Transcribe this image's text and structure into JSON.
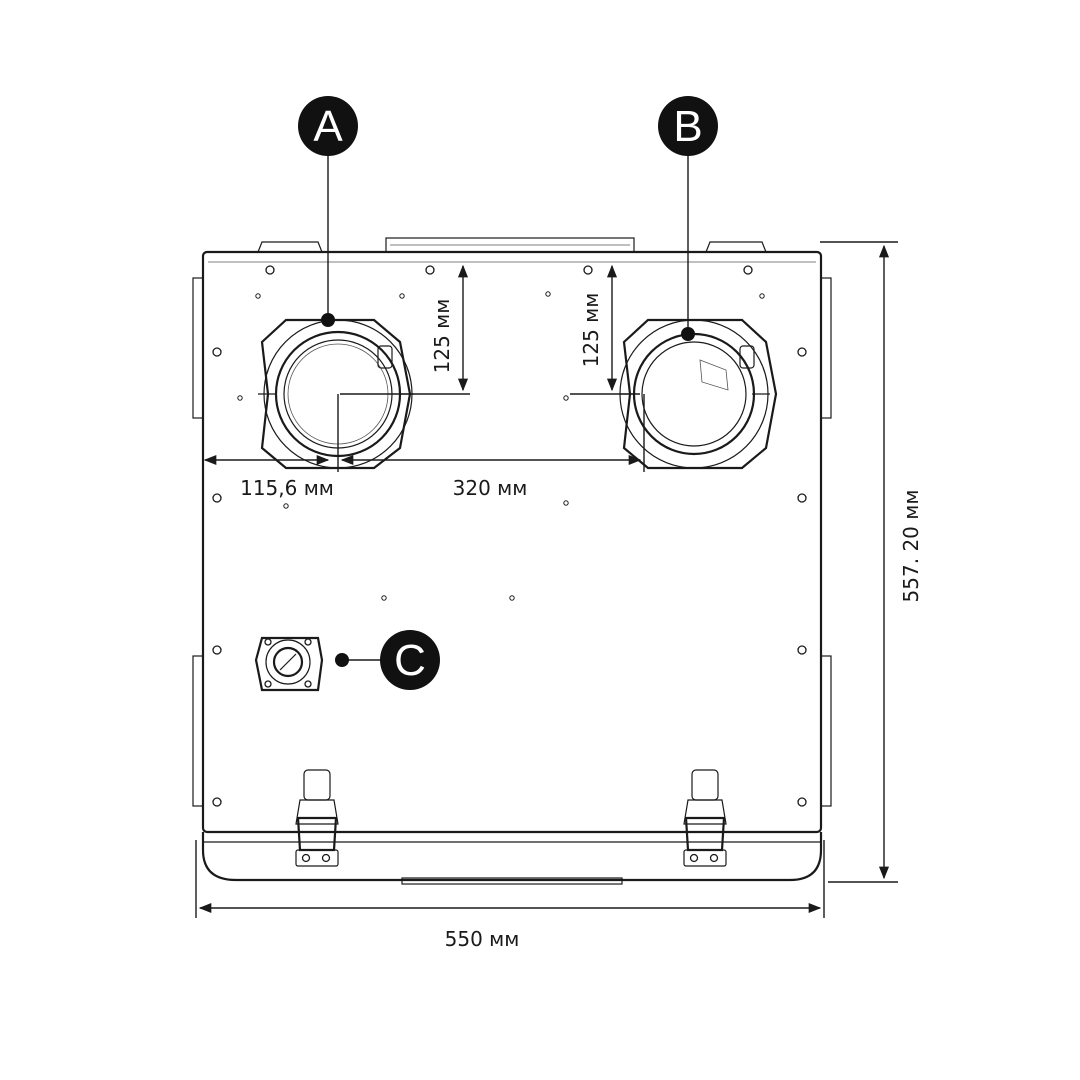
{
  "labels": {
    "a": "A",
    "b": "B",
    "c": "C"
  },
  "dimensions": {
    "width": "550 мм",
    "height": "557. 20 мм",
    "left_offset": "115,6 мм",
    "spacing": "320 мм",
    "top_offset_a": "125 мм",
    "top_offset_b": "125 мм"
  },
  "colors": {
    "ink": "#1a1a1a",
    "marker_fill": "#111111",
    "background": "#ffffff"
  }
}
